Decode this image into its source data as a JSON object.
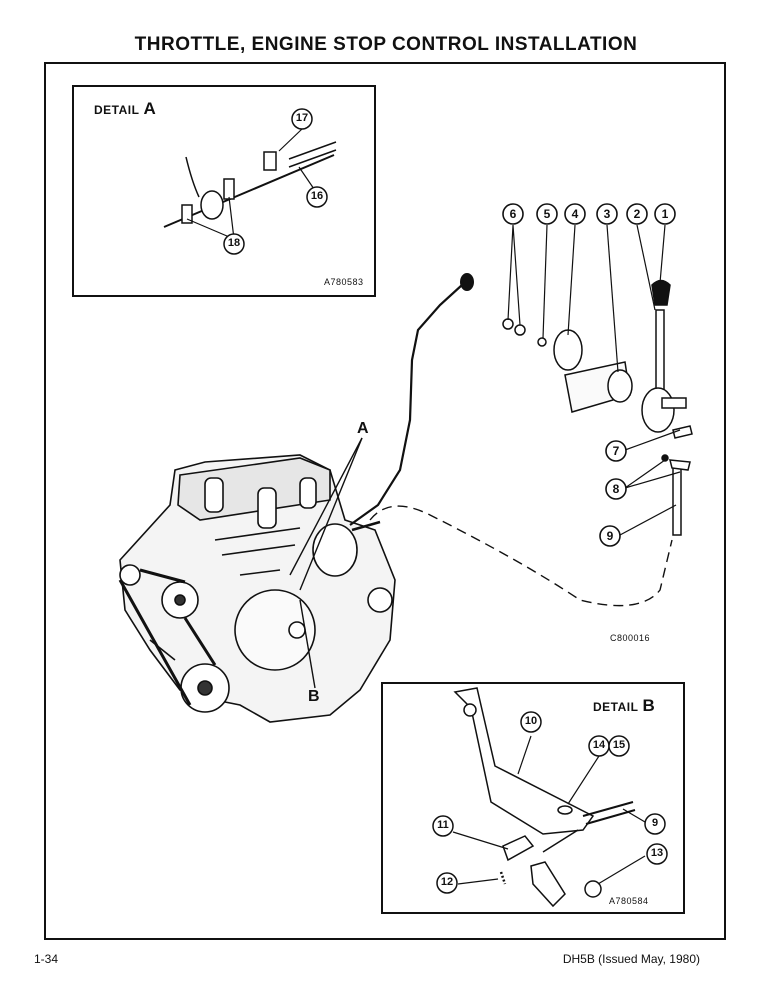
{
  "title": "THROTTLE, ENGINE STOP CONTROL INSTALLATION",
  "detail_a": {
    "word": "DETAIL",
    "letter": "A",
    "drawing_code": "A780583",
    "callouts": [
      "17",
      "16",
      "18"
    ]
  },
  "detail_b": {
    "word": "DETAIL",
    "letter": "B",
    "drawing_code": "A780584",
    "callouts": [
      "10",
      "14",
      "15",
      "9",
      "11",
      "12",
      "13"
    ]
  },
  "main_drawing_code": "C800016",
  "view_markers": [
    "A",
    "B"
  ],
  "callouts": [
    "6",
    "5",
    "4",
    "3",
    "2",
    "1",
    "7",
    "8",
    "9"
  ],
  "footer": {
    "page_number": "1-34",
    "publication": "DH5B (Issued May, 1980)"
  }
}
